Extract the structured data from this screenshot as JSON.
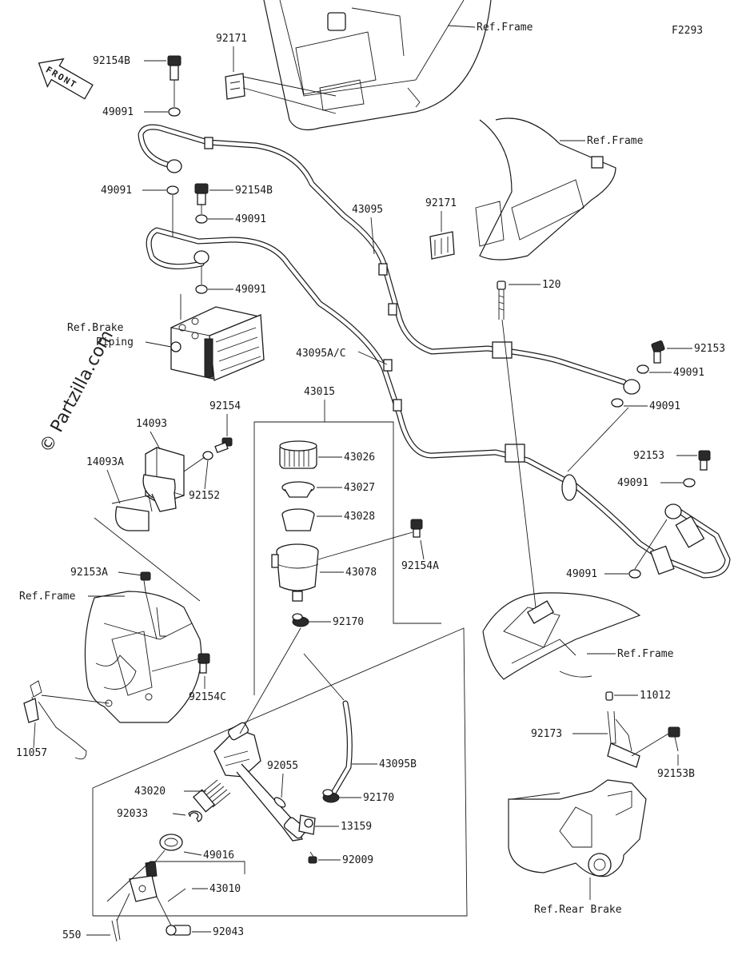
{
  "figure_code": "F2293",
  "watermark": "© Partzilla.com",
  "front_marker": "FRONT",
  "labels": {
    "p92154B_top": "92154B",
    "p49091_a": "49091",
    "p92171_top": "92171",
    "ref_frame_top": "Ref.Frame",
    "ref_frame_mid": "Ref.Frame",
    "p49091_b": "49091",
    "p92154B_mid": "92154B",
    "p49091_c": "49091",
    "p43095": "43095",
    "p92171_mid": "92171",
    "p120": "120",
    "p49091_d": "49091",
    "ref_brake_piping_1": "Ref.Brake",
    "ref_brake_piping_2": "Piping",
    "p92153_a": "92153",
    "p49091_e": "49091",
    "p43095AC": "43095A/C",
    "p43015": "43015",
    "p49091_f": "49091",
    "p92154": "92154",
    "p14093": "14093",
    "p43026": "43026",
    "p14093A": "14093A",
    "p92152": "92152",
    "p92153_b": "92153",
    "p49091_g": "49091",
    "p43027": "43027",
    "p43028": "43028",
    "p92154A": "92154A",
    "p92153A": "92153A",
    "p43078": "43078",
    "p49091_h": "49091",
    "ref_frame_left": "Ref.Frame",
    "p92170_a": "92170",
    "ref_frame_right": "Ref.Frame",
    "p92154C": "92154C",
    "p11012": "11012",
    "p92173": "92173",
    "p92153B": "92153B",
    "p11057": "11057",
    "p92055": "92055",
    "p43095B": "43095B",
    "p43020": "43020",
    "p92170_b": "92170",
    "p92033": "92033",
    "p13159": "13159",
    "p49016": "49016",
    "p92009": "92009",
    "p43010": "43010",
    "ref_rear_brake": "Ref.Rear Brake",
    "p550": "550",
    "p92043": "92043"
  }
}
